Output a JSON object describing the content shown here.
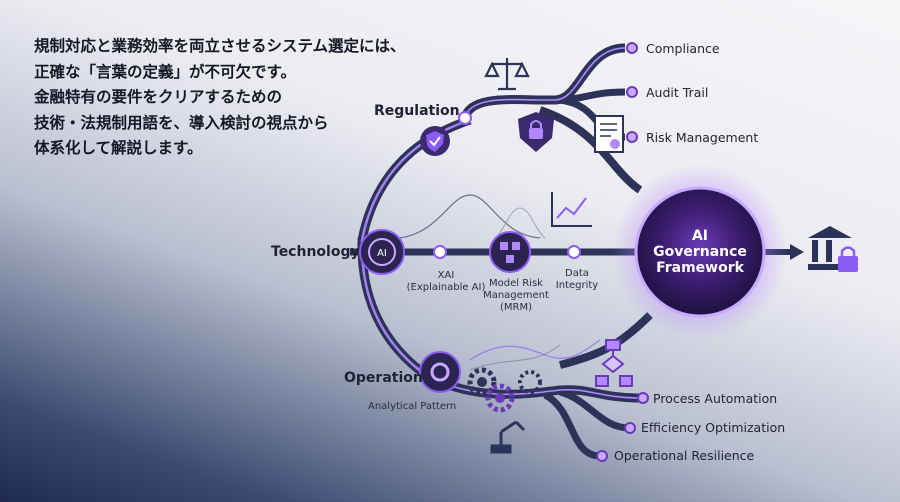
{
  "intro": {
    "lines": [
      "規制対応と業務効率を両立させるシステム選定には、",
      "正確な「言葉の定義」が不可欠です。",
      "金融特有の要件をクリアするための",
      "技術・法規制用語を、導入検討の視点から",
      "体系化して解説します。"
    ]
  },
  "diagram": {
    "core": {
      "line1": "AI",
      "line2": "Governance",
      "line3": "Framework"
    },
    "regulation": {
      "label": "Regulation",
      "outputs": [
        "Compliance",
        "Audit Trail",
        "Risk Management"
      ]
    },
    "technology": {
      "label": "Technology",
      "items": [
        [
          "XAI",
          "(Explainable AI)"
        ],
        [
          "Model Risk",
          "Management",
          "(MRM)"
        ],
        [
          "Data",
          "Integrity"
        ]
      ]
    },
    "operation": {
      "label": "Operation",
      "sublabel": "Analytical Pattern",
      "outputs": [
        "Process Automation",
        "Efficiency Optimization",
        "Operational Resilience"
      ]
    }
  },
  "colors": {
    "path": "#2b3358",
    "accent": "#8b5cf6",
    "glow": "#b388ff",
    "core": "#3b1c6e",
    "text": "#141826"
  },
  "icons": [
    "scales-icon",
    "shield-check-icon",
    "lock-shield-icon",
    "document-icon",
    "ai-brain-icon",
    "flowchart-icon",
    "trend-chart-icon",
    "gear-icon",
    "robot-arm-icon",
    "bank-lock-icon"
  ]
}
